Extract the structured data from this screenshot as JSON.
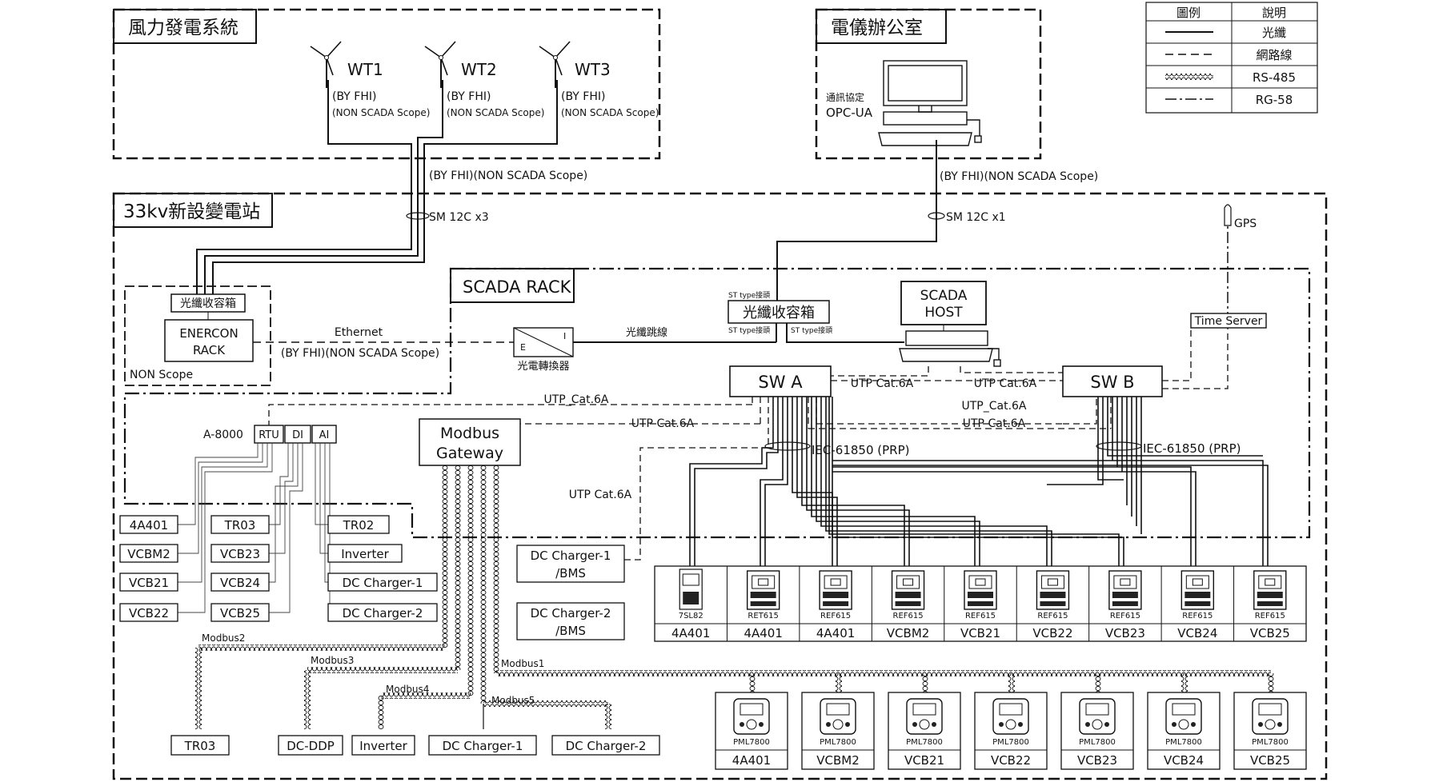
{
  "sections": {
    "wind": "風力發電系統",
    "office": "電儀辦公室",
    "substation": "33kv新設變電站",
    "scada_rack": "SCADA RACK"
  },
  "legend": {
    "header_symbol": "圖例",
    "header_desc": "說明",
    "rows": [
      "光纖",
      "網路線",
      "RS-485",
      "RG-58"
    ]
  },
  "turbines": [
    {
      "name": "WT1",
      "by": "(BY FHI)",
      "scope": "(NON SCADA Scope)"
    },
    {
      "name": "WT2",
      "by": "(BY FHI)",
      "scope": "(NON SCADA Scope)"
    },
    {
      "name": "WT3",
      "by": "(BY FHI)",
      "scope": "(NON SCADA Scope)"
    }
  ],
  "office": {
    "protocol_cn": "通訊協定",
    "protocol": "OPC-UA"
  },
  "labels": {
    "fhi_scope": "(BY FHI)(NON SCADA Scope)",
    "sm_x3": "SM 12C x3",
    "sm_x1": "SM 12C x1",
    "gps": "GPS",
    "fiber_box": "光纖收容箱",
    "enercon_1": "ENERCON",
    "enercon_2": "RACK",
    "non_scope": "NON Scope",
    "ethernet": "Ethernet",
    "converter": "光電轉換器",
    "conv_e": "E",
    "conv_i": "I",
    "jumper": "光纖跳線",
    "st_type": "ST type接頭",
    "scada_host_1": "SCADA",
    "scada_host_2": "HOST",
    "time_server": "Time Server",
    "sw_a": "SW A",
    "sw_b": "SW B",
    "utp": "UTP Cat.6A",
    "utp_u": "UTP_Cat.6A",
    "iec": "IEC-61850 (PRP)",
    "a8000": "A-8000",
    "rtu": "RTU",
    "di": "DI",
    "ai": "AI",
    "modbus_gw_1": "Modbus",
    "modbus_gw_2": "Gateway",
    "modbus1": "Modbus1",
    "modbus2": "Modbus2",
    "modbus3": "Modbus3",
    "modbus4": "Modbus4",
    "modbus5": "Modbus5"
  },
  "rtu_left_boxes": [
    "4A401",
    "VCBM2",
    "VCB21",
    "VCB22"
  ],
  "di_boxes": [
    "TR03",
    "VCB23",
    "VCB24",
    "VCB25"
  ],
  "ai_boxes": [
    "TR02",
    "Inverter",
    "DC Charger-1",
    "DC Charger-2"
  ],
  "dc_bms": [
    {
      "l1": "DC Charger-1",
      "l2": "/BMS"
    },
    {
      "l1": "DC Charger-2",
      "l2": "/BMS"
    }
  ],
  "relays": [
    {
      "model": "7SL82",
      "name": "4A401"
    },
    {
      "model": "RET615",
      "name": "4A401"
    },
    {
      "model": "REF615",
      "name": "4A401"
    },
    {
      "model": "REF615",
      "name": "VCBM2"
    },
    {
      "model": "REF615",
      "name": "VCB21"
    },
    {
      "model": "REF615",
      "name": "VCB22"
    },
    {
      "model": "REF615",
      "name": "VCB23"
    },
    {
      "model": "REF615",
      "name": "VCB24"
    },
    {
      "model": "REF615",
      "name": "VCB25"
    }
  ],
  "meters": [
    {
      "model": "PML7800",
      "name": "4A401"
    },
    {
      "model": "PML7800",
      "name": "VCBM2"
    },
    {
      "model": "PML7800",
      "name": "VCB21"
    },
    {
      "model": "PML7800",
      "name": "VCB22"
    },
    {
      "model": "PML7800",
      "name": "VCB23"
    },
    {
      "model": "PML7800",
      "name": "VCB24"
    },
    {
      "model": "PML7800",
      "name": "VCB25"
    }
  ],
  "modbus_devices": [
    "TR03",
    "DC-DDP",
    "Inverter",
    "DC Charger-1",
    "DC Charger-2"
  ]
}
